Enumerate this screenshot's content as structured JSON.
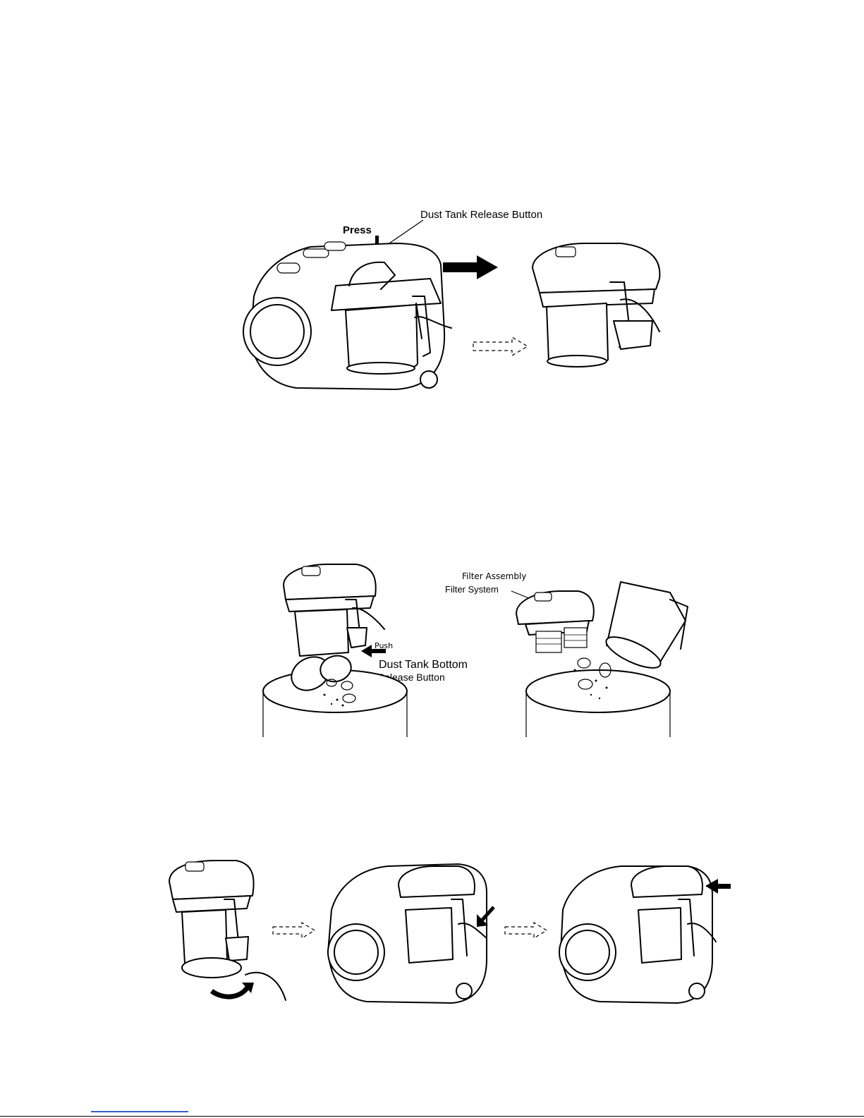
{
  "figure1": {
    "label_press": "Press",
    "label_release_button": "Dust Tank Release Button",
    "icons": [
      "solid-arrow-down",
      "solid-arrow-right",
      "dashed-arrow-right"
    ]
  },
  "figure2": {
    "label_push": "Push",
    "label_bottom_release_line1": "Dust Tank Bottom",
    "label_bottom_release_line2": "Release Button",
    "label_filter_assembly": "Filter Assembly",
    "label_filter_system": "Filter System",
    "icons": [
      "solid-arrow-left"
    ]
  },
  "figure3": {
    "icons": [
      "curved-arrow",
      "dashed-arrow-right",
      "solid-arrow-down-left",
      "dashed-arrow-right",
      "solid-arrow-left"
    ]
  },
  "colors": {
    "footnote_rule": "#3a5fcd"
  }
}
